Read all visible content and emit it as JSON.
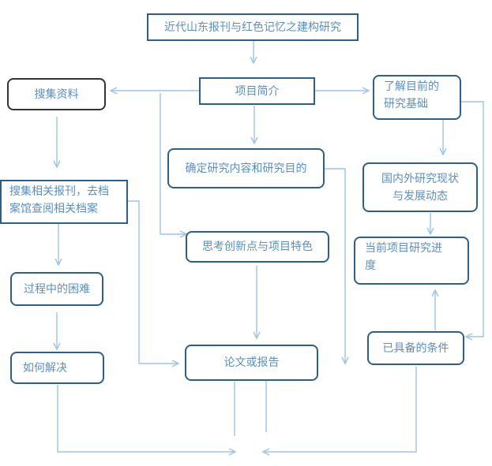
{
  "nodes": {
    "title": "近代山东报刊与红色记忆之建构研究",
    "intro": "项目简介",
    "collect": "搜集资料",
    "understand_line1": "了解目前的",
    "understand_line2": "研究基础",
    "define": "确定研究内容和研究目的",
    "domestic_line1": "国内外研究现状",
    "domestic_line2": "与发展动态",
    "search_line1": "搜集相关报刊，去档",
    "search_line2": "案馆查阅相关档案",
    "innovate": "思考创新点与项目特色",
    "progress_line1": "当前项目研究进",
    "progress_line2": "度",
    "difficulty": "过程中的困难",
    "conditions": "已具备的条件",
    "solve": "如何解决",
    "report": "论文或报告"
  },
  "colors": {
    "box_border": "#2f5f86",
    "text": "#5a8fc4",
    "arrow": "#9dc3e6"
  }
}
